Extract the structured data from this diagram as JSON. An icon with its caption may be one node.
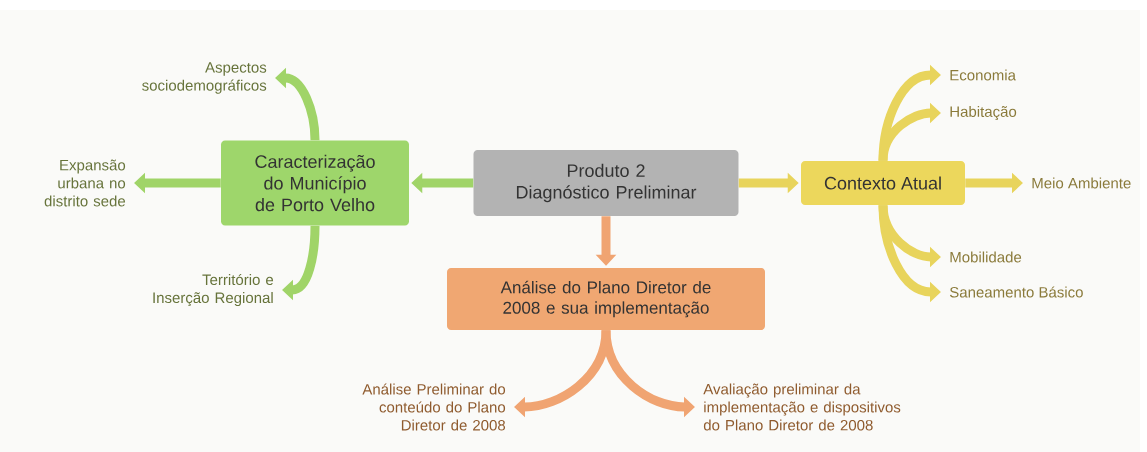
{
  "diagram": {
    "nodes": [
      {
        "text": [
          "Produto 2",
          "Diagnóstico Preliminar"
        ]
      },
      {
        "text": [
          "Caracterização do Município de Porto Velho"
        ]
      },
      {
        "text": [
          "Contexto Atual"
        ]
      },
      {
        "text": [
          "Análise do Plano Diretor de 2008 e sua implementação"
        ]
      },
      {
        "text": [
          "Aspectos sociodemográficos"
        ]
      },
      {
        "text": [
          "Expansão urbana no distrito sede"
        ]
      },
      {
        "text": [
          "Território e Inserção Regional"
        ]
      },
      {
        "text": [
          "Economia"
        ]
      },
      {
        "text": [
          "Habitação"
        ]
      },
      {
        "text": [
          "Meio Ambiente"
        ]
      },
      {
        "text": [
          "Mobilidade"
        ]
      },
      {
        "text": [
          "Saneamento Básico"
        ]
      },
      {
        "text": [
          "Análise Preliminar do conteúdo do Plano Diretor de 2008"
        ]
      },
      {
        "text": [
          "Avaliação preliminar da implementação e dispositivos do Plano Diretor de 2008"
        ]
      }
    ],
    "edges": [
      {
        "from": 0,
        "to": 1,
        "arrow": "to",
        "color": "#a0d468"
      },
      {
        "from": 0,
        "to": 2,
        "arrow": "to",
        "color": "#e8d45c"
      },
      {
        "from": 0,
        "to": 3,
        "arrow": "to",
        "color": "#f0a472"
      },
      {
        "from": 1,
        "to": 4,
        "arrow": "to",
        "color": "#a0d468"
      },
      {
        "from": 1,
        "to": 5,
        "arrow": "to",
        "color": "#a0d468"
      },
      {
        "from": 1,
        "to": 6,
        "arrow": "to",
        "color": "#a0d468"
      },
      {
        "from": 2,
        "to": 7,
        "arrow": "to",
        "color": "#e8d45c"
      },
      {
        "from": 2,
        "to": 8,
        "arrow": "to",
        "color": "#e8d45c"
      },
      {
        "from": 2,
        "to": 9,
        "arrow": "to",
        "color": "#e8d45c"
      },
      {
        "from": 2,
        "to": 10,
        "arrow": "to",
        "color": "#e8d45c"
      },
      {
        "from": 2,
        "to": 11,
        "arrow": "to",
        "color": "#e8d45c"
      },
      {
        "from": 3,
        "to": 12,
        "arrow": "to",
        "color": "#f0a472"
      },
      {
        "from": 3,
        "to": 13,
        "arrow": "to",
        "color": "#f0a472"
      }
    ]
  }
}
